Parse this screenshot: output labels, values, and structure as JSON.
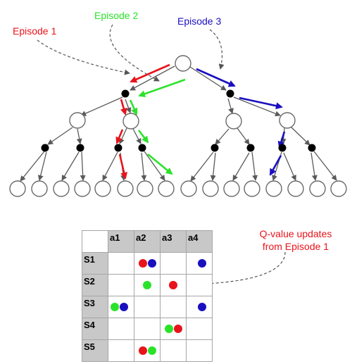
{
  "labels": {
    "episode1": "Episode 1",
    "episode2": "Episode 2",
    "episode3": "Episode 3",
    "note": "Q-value updates from Episode 1"
  },
  "colors": {
    "episode1": "#e8141b",
    "episode2": "#2be22b",
    "episode3": "#1a0fbf",
    "edge": "#5a5a5a",
    "node_stroke": "#6a6a6a",
    "header_fill": "#c8c8c8",
    "grid": "#a6a6a6"
  },
  "table": {
    "columns": [
      "a1",
      "a2",
      "a3",
      "a4"
    ],
    "rows": [
      {
        "state": "S1",
        "cells": [
          [],
          [
            "episode1",
            "episode3"
          ],
          [],
          [
            "episode3"
          ]
        ]
      },
      {
        "state": "S2",
        "cells": [
          [],
          [
            "episode2"
          ],
          [
            "episode1"
          ],
          []
        ]
      },
      {
        "state": "S3",
        "cells": [
          [
            "episode2",
            "episode3"
          ],
          [],
          [],
          [
            "episode3"
          ]
        ]
      },
      {
        "state": "S4",
        "cells": [
          [],
          [],
          [
            "episode2",
            "episode1"
          ],
          []
        ]
      },
      {
        "state": "S5",
        "cells": [
          [],
          [
            "episode1",
            "episode2"
          ],
          [],
          []
        ]
      }
    ]
  }
}
